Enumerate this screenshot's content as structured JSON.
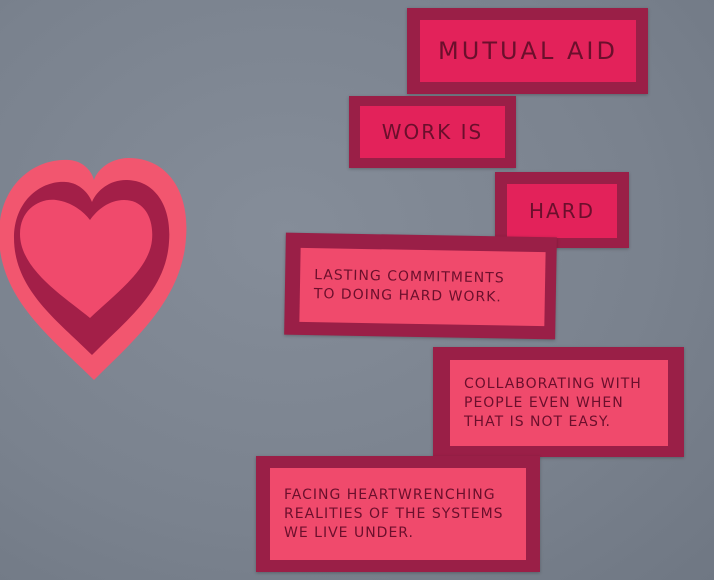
{
  "cards": [
    {
      "text": "Mutual Aid"
    },
    {
      "text": "Work is"
    },
    {
      "text": "Hard"
    },
    {
      "text": "Lasting commitments\nto doing hard work."
    },
    {
      "text": "Collaborating with\npeople even when\nthat is not easy."
    },
    {
      "text": "Facing heartwrenching\nrealities of the systems\nwe live under."
    }
  ],
  "colors": {
    "background": "#7e8692",
    "frame": "#9a1f47",
    "paper": "#f04a6c",
    "hot_paper": "#e3225a",
    "ink": "#6b0f2c"
  }
}
